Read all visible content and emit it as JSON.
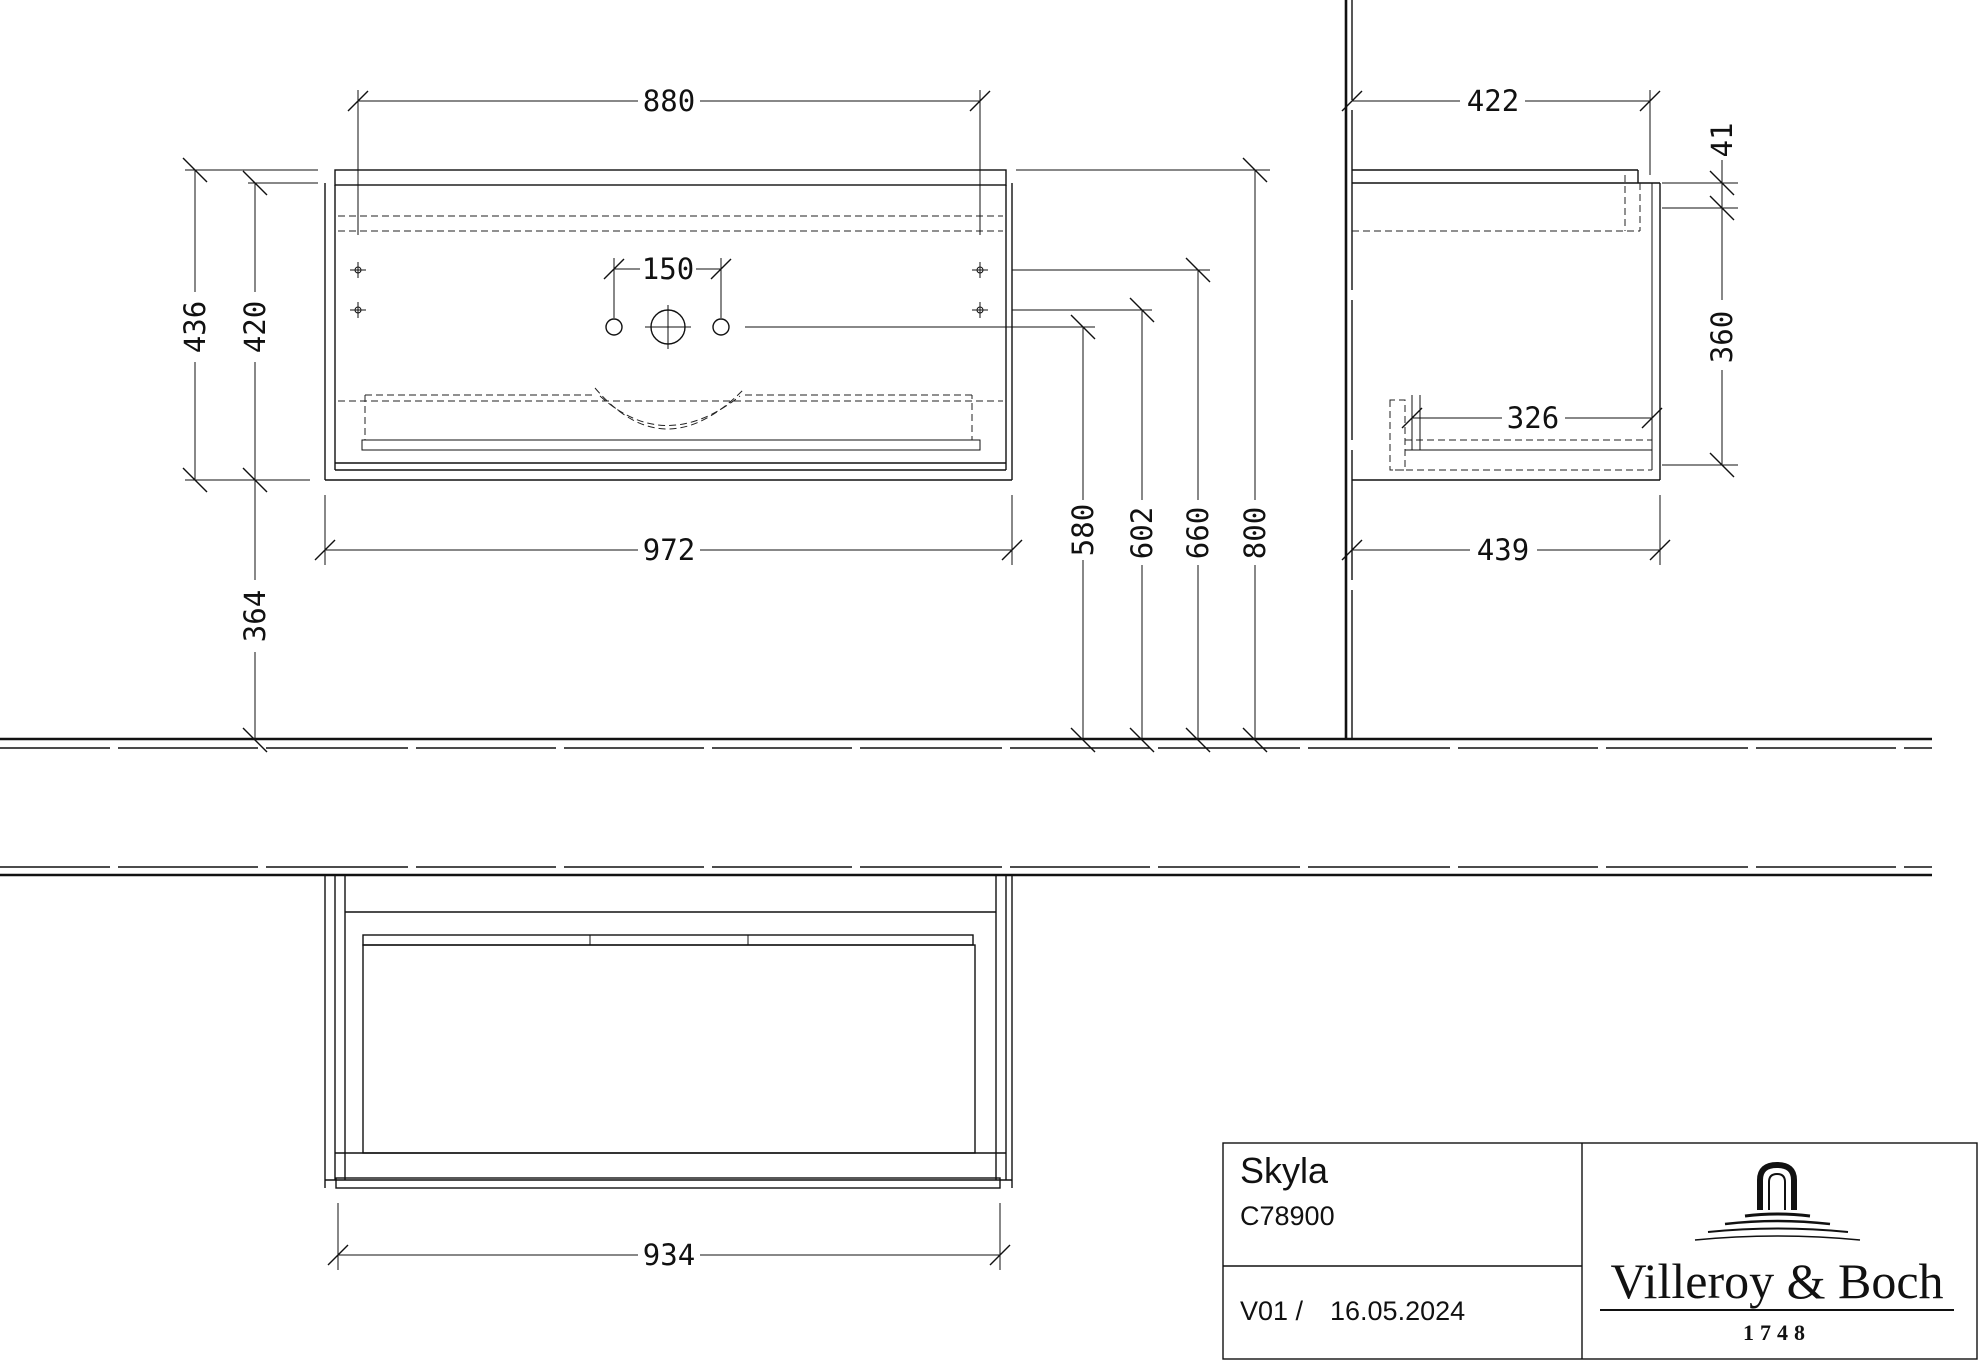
{
  "drawing": {
    "dimensions": {
      "width_top": "880",
      "hole_spacing": "150",
      "height_total": "436",
      "height_body": "420",
      "width_front": "972",
      "floor_clearance": "364",
      "height_580": "580",
      "height_602": "602",
      "height_660": "660",
      "height_800": "800",
      "depth_top": "422",
      "top_offset": "41",
      "side_height": "360",
      "drawer_depth": "326",
      "depth_total": "439",
      "width_bottom": "934"
    }
  },
  "title_block": {
    "product_name": "Skyla",
    "article_number": "C78900",
    "version": "V01 /",
    "date": "16.05.2024",
    "brand": "Villeroy & Boch",
    "brand_year": "1748"
  }
}
